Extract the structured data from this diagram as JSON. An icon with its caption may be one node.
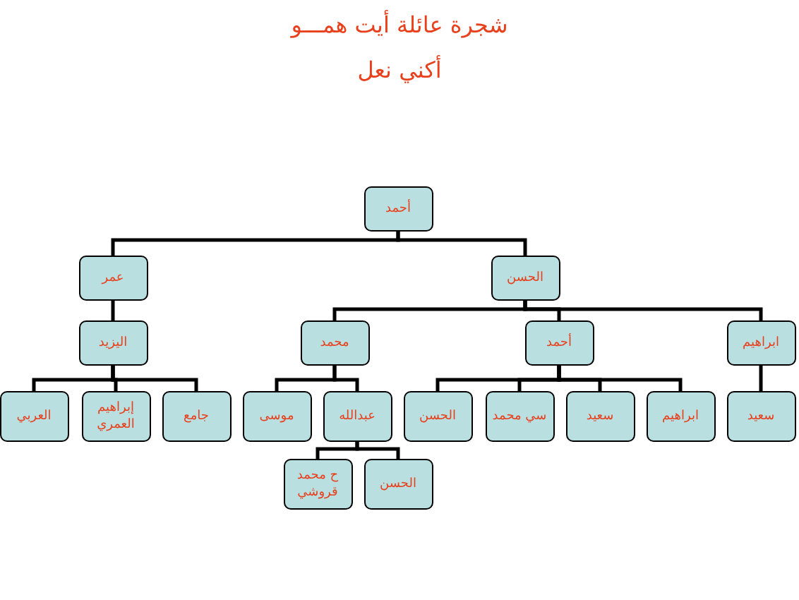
{
  "diagram": {
    "title": "شجرة عائلة أيت همـــو",
    "nodes": [
      {
        "text": [
          "أحمد"
        ]
      },
      {
        "text": [
          "عمر"
        ]
      },
      {
        "text": [
          "الحسن"
        ]
      },
      {
        "text": [
          "اليزيد"
        ]
      },
      {
        "text": [
          "محمد"
        ]
      },
      {
        "text": [
          "أحمد"
        ]
      },
      {
        "text": [
          "ابراهيم"
        ]
      },
      {
        "text": [
          "العربي"
        ]
      },
      {
        "text": [
          "إبراهيم العمري"
        ]
      },
      {
        "text": [
          "جامع"
        ]
      },
      {
        "text": [
          "موسى"
        ]
      },
      {
        "text": [
          "عبدالله"
        ]
      },
      {
        "text": [
          "الحسن"
        ]
      },
      {
        "text": [
          "سي محمد"
        ]
      },
      {
        "text": [
          "سعيد"
        ]
      },
      {
        "text": [
          "ابراهيم"
        ]
      },
      {
        "text": [
          "سعيد"
        ]
      },
      {
        "text": [
          "ح محمد قروشي"
        ]
      },
      {
        "text": [
          "الحسن"
        ]
      }
    ],
    "edges": [
      {
        "from": 0,
        "to": 1,
        "arrow": "none"
      },
      {
        "from": 0,
        "to": 2,
        "arrow": "none"
      },
      {
        "from": 1,
        "to": 3,
        "arrow": "none"
      },
      {
        "from": 2,
        "to": 4,
        "arrow": "none"
      },
      {
        "from": 2,
        "to": 5,
        "arrow": "none"
      },
      {
        "from": 2,
        "to": 6,
        "arrow": "none"
      },
      {
        "from": 3,
        "to": 7,
        "arrow": "none"
      },
      {
        "from": 3,
        "to": 8,
        "arrow": "none"
      },
      {
        "from": 3,
        "to": 9,
        "arrow": "none"
      },
      {
        "from": 4,
        "to": 10,
        "arrow": "none"
      },
      {
        "from": 4,
        "to": 11,
        "arrow": "none"
      },
      {
        "from": 5,
        "to": 12,
        "arrow": "none"
      },
      {
        "from": 5,
        "to": 13,
        "arrow": "none"
      },
      {
        "from": 5,
        "to": 14,
        "arrow": "none"
      },
      {
        "from": 5,
        "to": 15,
        "arrow": "none"
      },
      {
        "from": 6,
        "to": 16,
        "arrow": "none"
      },
      {
        "from": 11,
        "to": 17,
        "arrow": "none"
      },
      {
        "from": 11,
        "to": 18,
        "arrow": "none"
      }
    ],
    "labels": [
      "أكني نعل"
    ]
  }
}
